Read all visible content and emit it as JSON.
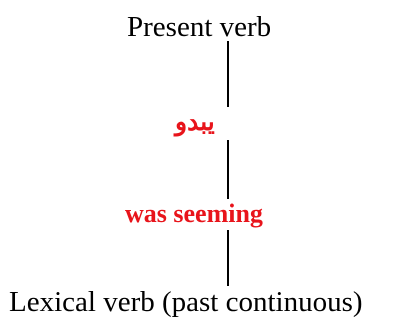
{
  "diagram": {
    "top_label": "Present verb",
    "arabic_word": "يبدو",
    "english_gloss": "was seeming",
    "bottom_label": "Lexical verb (past continuous)",
    "colors": {
      "text": "#000000",
      "highlight": "#e8141b",
      "line": "#000000"
    }
  }
}
